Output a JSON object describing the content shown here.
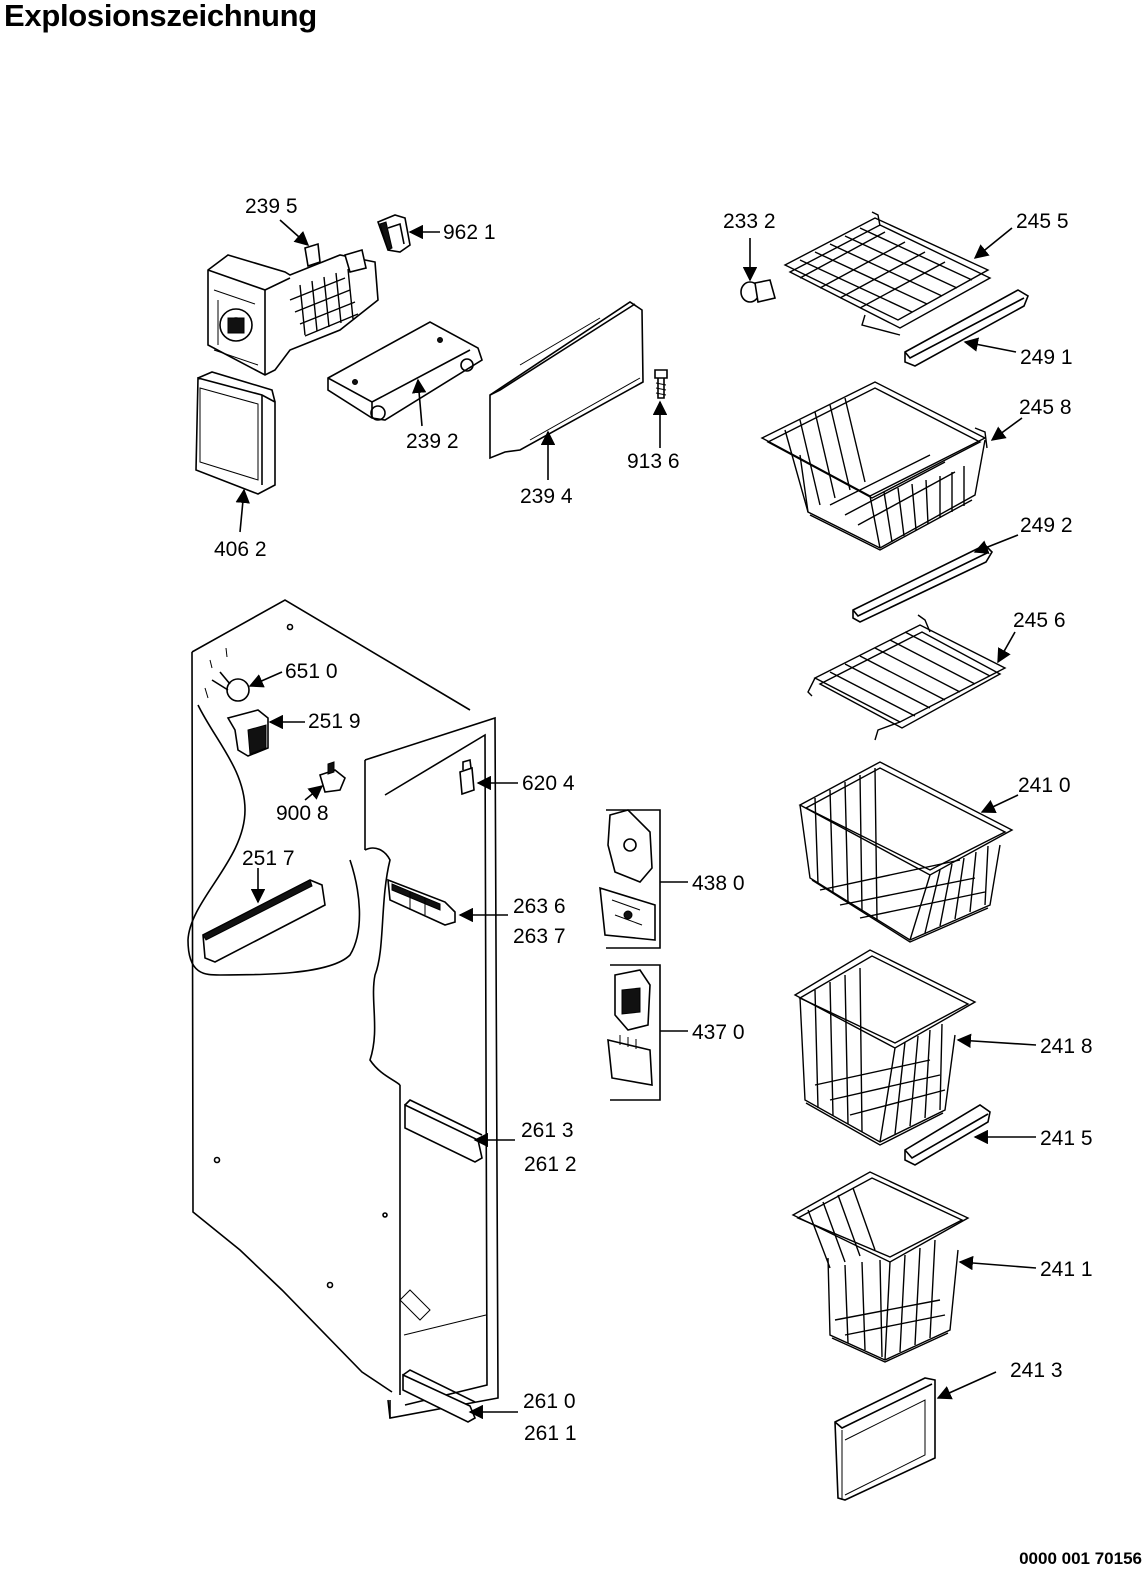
{
  "page": {
    "title": "Explosionszeichnung",
    "document_number": "0000 001 70156"
  },
  "labels": {
    "p2395": "239 5",
    "p9621": "962 1",
    "p2332": "233 2",
    "p2455": "245 5",
    "p2491": "249 1",
    "p2392": "239 2",
    "p2394": "239 4",
    "p9136": "913 6",
    "p2458": "245 8",
    "p4062": "406 2",
    "p2492": "249 2",
    "p2456": "245 6",
    "p6510": "651 0",
    "p2519": "251 9",
    "p6204": "620 4",
    "p9008": "900 8",
    "p2410": "241 0",
    "p2517": "251 7",
    "p4380": "438 0",
    "p2636": "263 6",
    "p2637": "263 7",
    "p4370": "437 0",
    "p2418": "241 8",
    "p2613": "261 3",
    "p2612": "261 2",
    "p2415": "241 5",
    "p2411": "241 1",
    "p2413": "241 3",
    "p2610": "261 0",
    "p2611": "261 1"
  }
}
